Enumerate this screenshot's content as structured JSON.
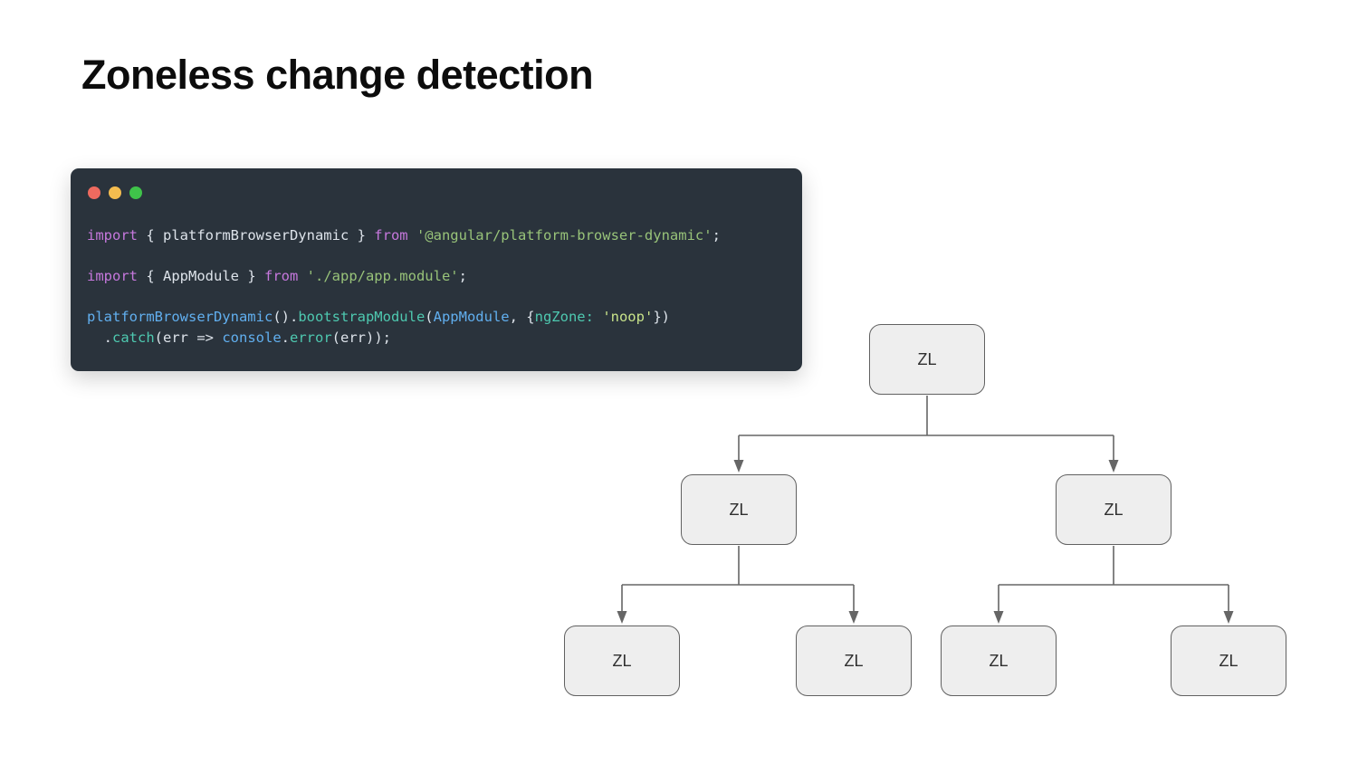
{
  "page": {
    "title": "Zoneless change detection",
    "background": "#ffffff"
  },
  "code_window": {
    "background": "#2a333c",
    "traffic_lights": [
      {
        "name": "close",
        "color": "#ee6a5f"
      },
      {
        "name": "minimize",
        "color": "#f5bd4f"
      },
      {
        "name": "zoom",
        "color": "#3fc34a"
      }
    ],
    "syntax_colors": {
      "keyword": "#c678dd",
      "plain": "#dde3ea",
      "string": "#98c379",
      "string_alt": "#c9e48a",
      "identifier": "#61afef",
      "method": "#4ec9b0"
    },
    "lines": [
      {
        "tokens": [
          [
            "keyword",
            "import"
          ],
          [
            "plain",
            " { platformBrowserDynamic } "
          ],
          [
            "keyword",
            "from"
          ],
          [
            "plain",
            " "
          ],
          [
            "string",
            "'@angular/platform-browser-dynamic'"
          ],
          [
            "plain",
            ";"
          ]
        ]
      },
      {
        "tokens": []
      },
      {
        "tokens": [
          [
            "keyword",
            "import"
          ],
          [
            "plain",
            " { AppModule } "
          ],
          [
            "keyword",
            "from"
          ],
          [
            "plain",
            " "
          ],
          [
            "string",
            "'./app/app.module'"
          ],
          [
            "plain",
            ";"
          ]
        ]
      },
      {
        "tokens": []
      },
      {
        "tokens": [
          [
            "identifier",
            "platformBrowserDynamic"
          ],
          [
            "plain",
            "()."
          ],
          [
            "method",
            "bootstrapModule"
          ],
          [
            "plain",
            "("
          ],
          [
            "identifier",
            "AppModule"
          ],
          [
            "plain",
            ", {"
          ],
          [
            "method",
            "ngZone:"
          ],
          [
            "plain",
            " "
          ],
          [
            "string_alt",
            "'noop'"
          ],
          [
            "plain",
            "})"
          ]
        ]
      },
      {
        "tokens": [
          [
            "plain",
            "  ."
          ],
          [
            "method",
            "catch"
          ],
          [
            "plain",
            "(err => "
          ],
          [
            "identifier",
            "console"
          ],
          [
            "plain",
            "."
          ],
          [
            "method",
            "error"
          ],
          [
            "plain",
            "(err));"
          ]
        ]
      }
    ]
  },
  "tree": {
    "box_fill": "#eeeeee",
    "box_border": "#616161",
    "line_color": "#666666",
    "nodes": [
      {
        "id": "root",
        "label": "ZL"
      },
      {
        "id": "child-left",
        "label": "ZL"
      },
      {
        "id": "child-right",
        "label": "ZL"
      },
      {
        "id": "leaf-1",
        "label": "ZL"
      },
      {
        "id": "leaf-2",
        "label": "ZL"
      },
      {
        "id": "leaf-3",
        "label": "ZL"
      },
      {
        "id": "leaf-4",
        "label": "ZL"
      }
    ]
  }
}
